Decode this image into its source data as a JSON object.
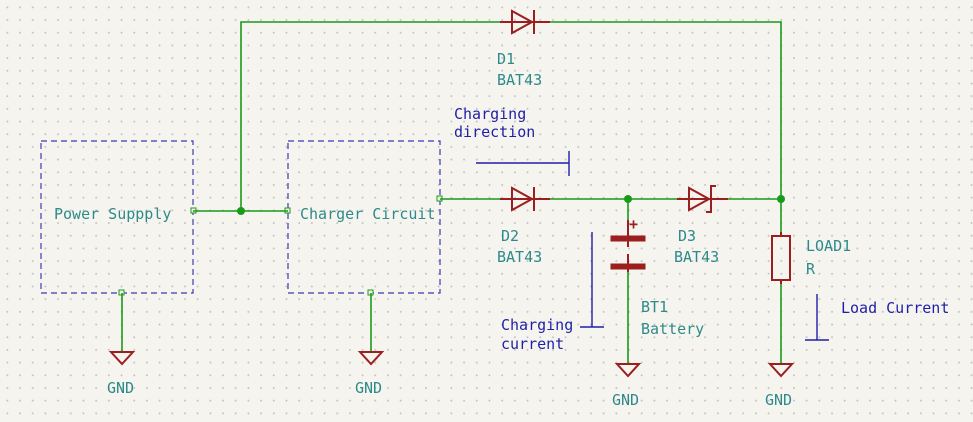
{
  "blocks": {
    "power_supply": "Power Suppply",
    "charger": "Charger Circuit"
  },
  "diodes": {
    "d1": {
      "ref": "D1",
      "value": "BAT43"
    },
    "d2": {
      "ref": "D2",
      "value": "BAT43"
    },
    "d3": {
      "ref": "D3",
      "value": "BAT43"
    }
  },
  "battery": {
    "ref": "BT1",
    "value": "Battery",
    "plus": "+"
  },
  "load": {
    "ref": "LOAD1",
    "value": "R"
  },
  "ground_label": "GND",
  "notes": {
    "charging_direction_1": "Charging",
    "charging_direction_2": "direction",
    "charging_current_1": "Charging",
    "charging_current_2": "current",
    "load_current": "Load Current"
  },
  "colors": {
    "wire": "#1a9a1a",
    "component": "#9c1f1f",
    "label": "#2e8a8a",
    "annotation": "#1f1fa8",
    "block_border": "#3b3bb5",
    "background": "#f5f4ef"
  }
}
